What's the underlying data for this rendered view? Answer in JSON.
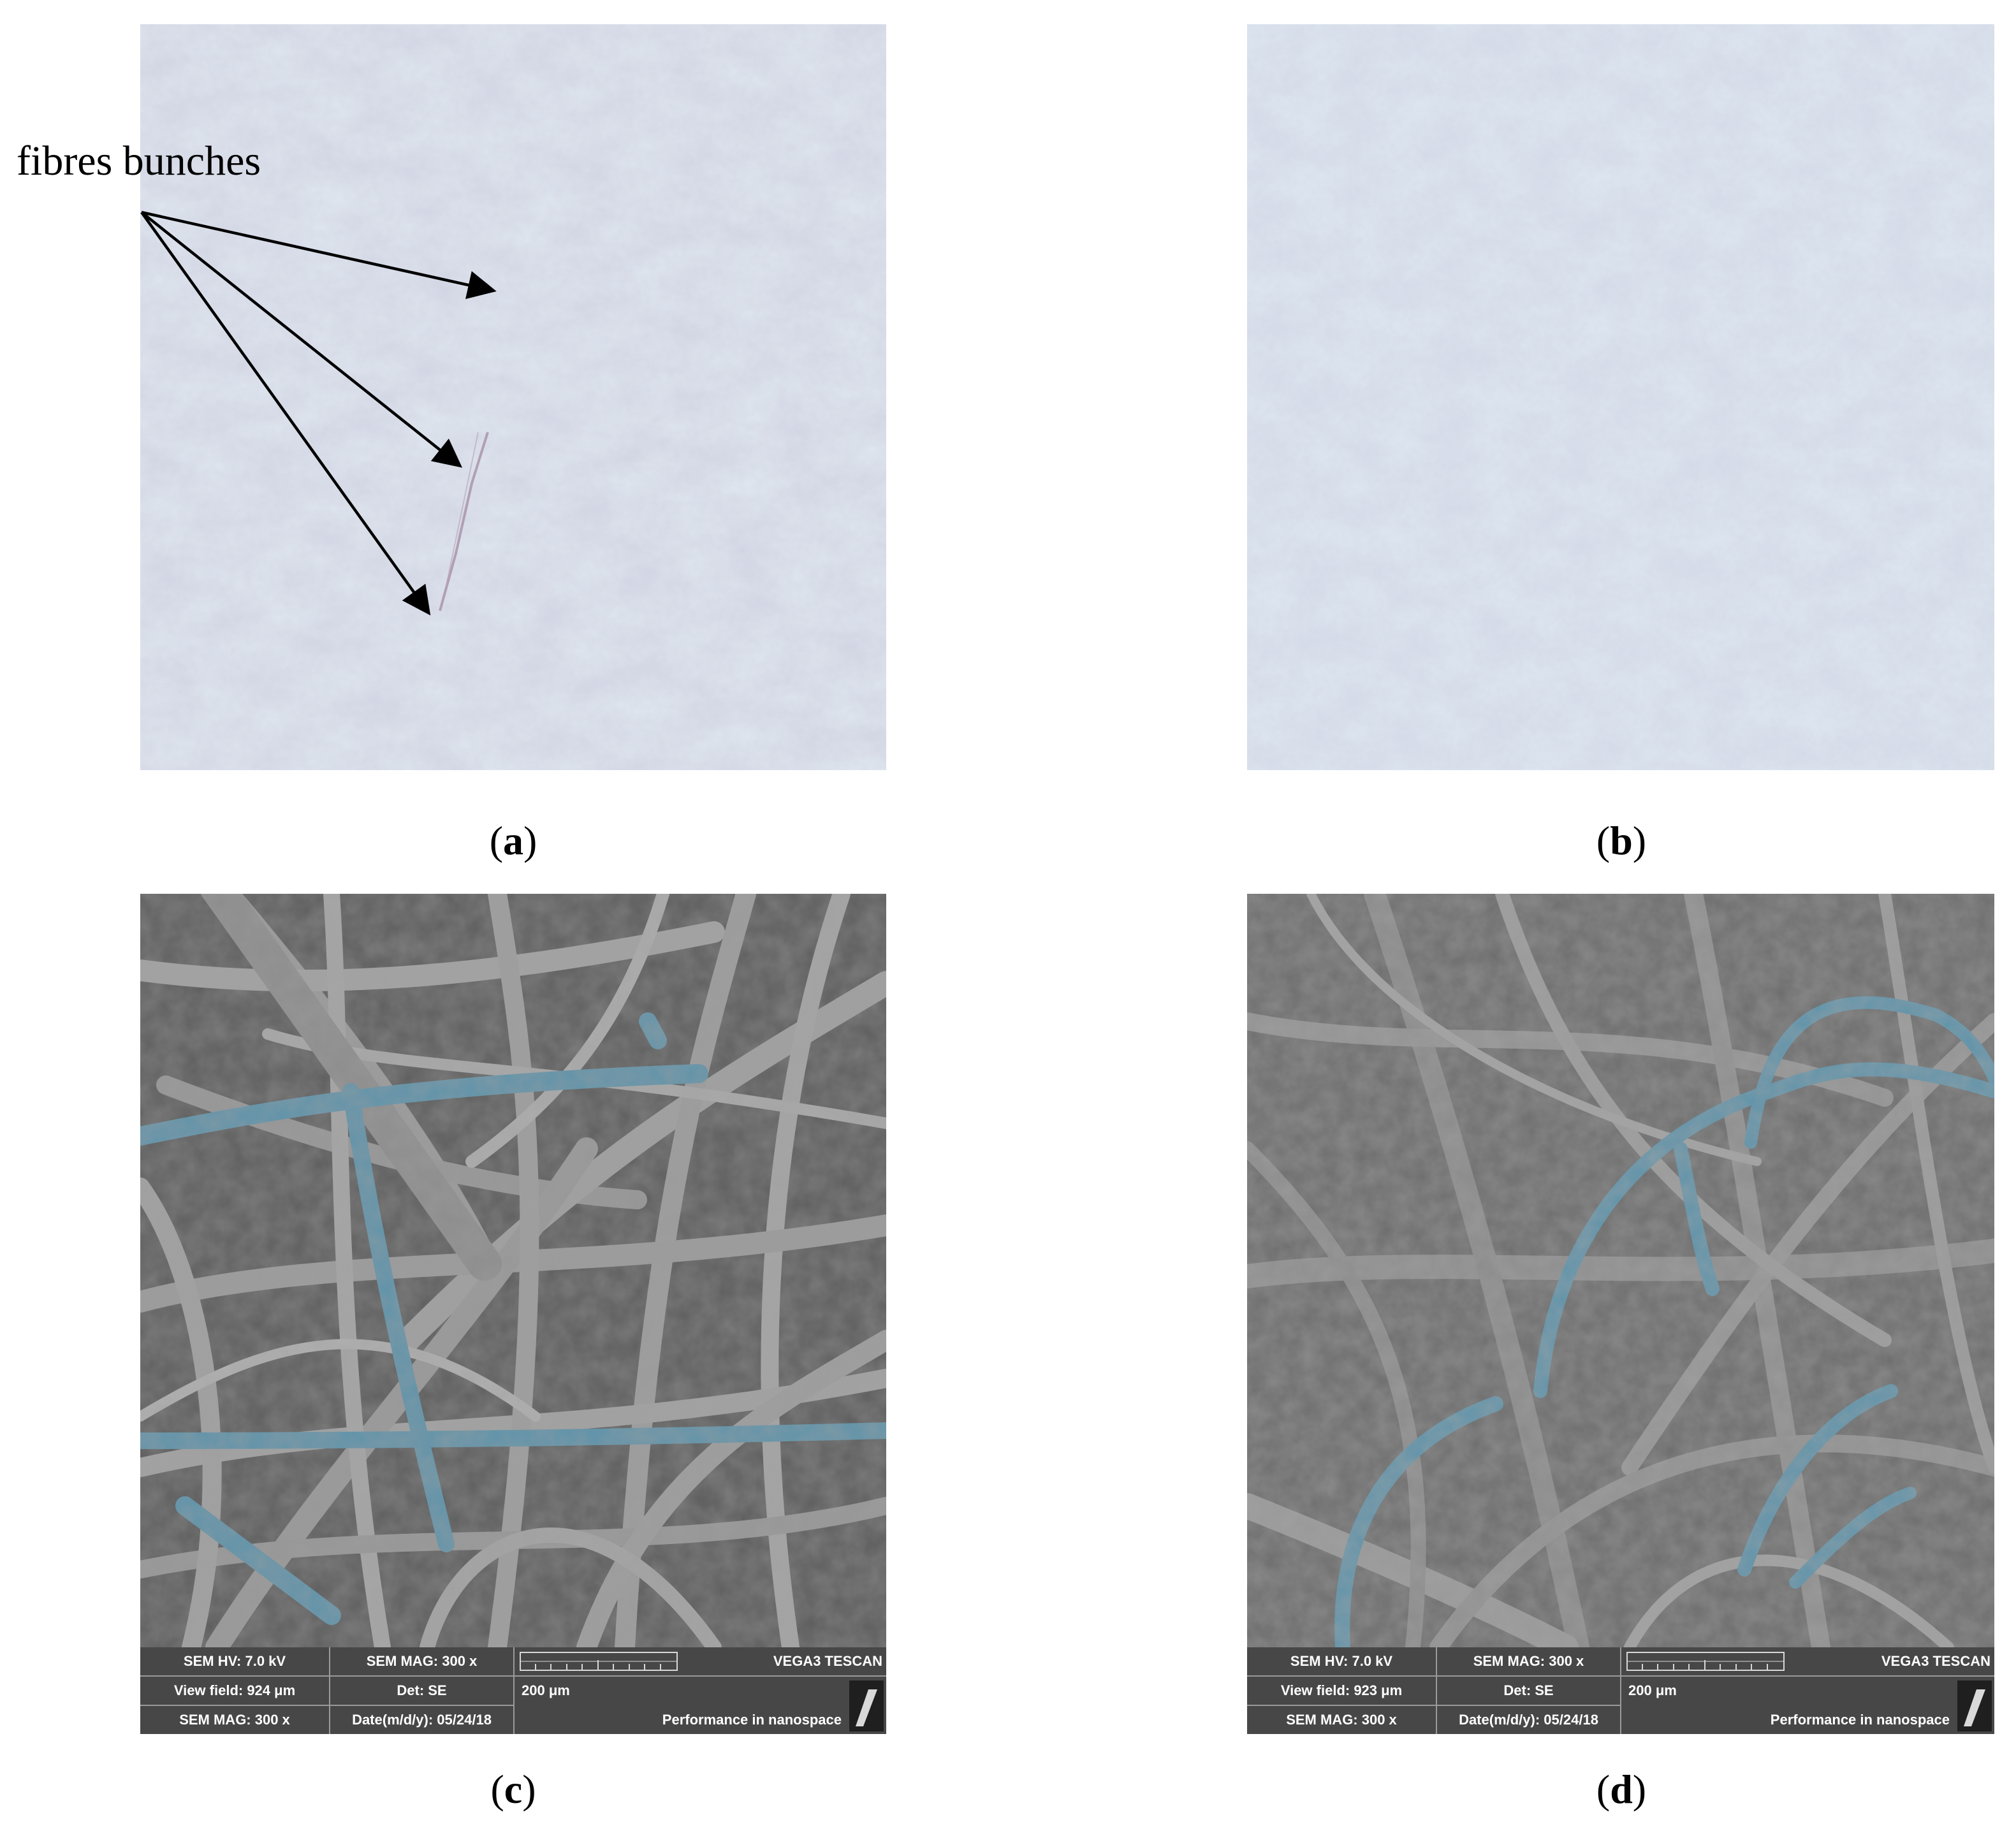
{
  "figure": {
    "annotation": {
      "text": "fibres bunches",
      "arrow_count": 3
    },
    "panels": [
      {
        "id": "a",
        "label_prefix": "(",
        "label_letter": "a",
        "label_suffix": ")",
        "kind": "photo"
      },
      {
        "id": "b",
        "label_prefix": "(",
        "label_letter": "b",
        "label_suffix": ")",
        "kind": "photo"
      },
      {
        "id": "c",
        "label_prefix": "(",
        "label_letter": "c",
        "label_suffix": ")",
        "kind": "sem",
        "sem": {
          "hv": "SEM HV: 7.0 kV",
          "mag": "SEM MAG: 300 x",
          "brand": "VEGA3 TESCAN",
          "view_field": "View field: 924 μm",
          "det": "Det: SE",
          "scale": "200 μm",
          "mag2": "SEM MAG: 300 x",
          "date": "Date(m/d/y): 05/24/18",
          "slogan": "Performance in nanospace"
        }
      },
      {
        "id": "d",
        "label_prefix": "(",
        "label_letter": "d",
        "label_suffix": ")",
        "kind": "sem",
        "sem": {
          "hv": "SEM HV: 7.0 kV",
          "mag": "SEM MAG: 300 x",
          "brand": "VEGA3 TESCAN",
          "view_field": "View field: 923 μm",
          "det": "Det: SE",
          "scale": "200 μm",
          "mag2": "SEM MAG: 300 x",
          "date": "Date(m/d/y): 05/24/18",
          "slogan": "Performance in nanospace"
        }
      }
    ],
    "colors": {
      "photo_base": "#dfe6ef",
      "sem_background": "#6f6f6f",
      "sem_fibre": "#a8a8a8",
      "highlight_fibre": "#5f93aa",
      "sem_bar": "#474747"
    }
  }
}
